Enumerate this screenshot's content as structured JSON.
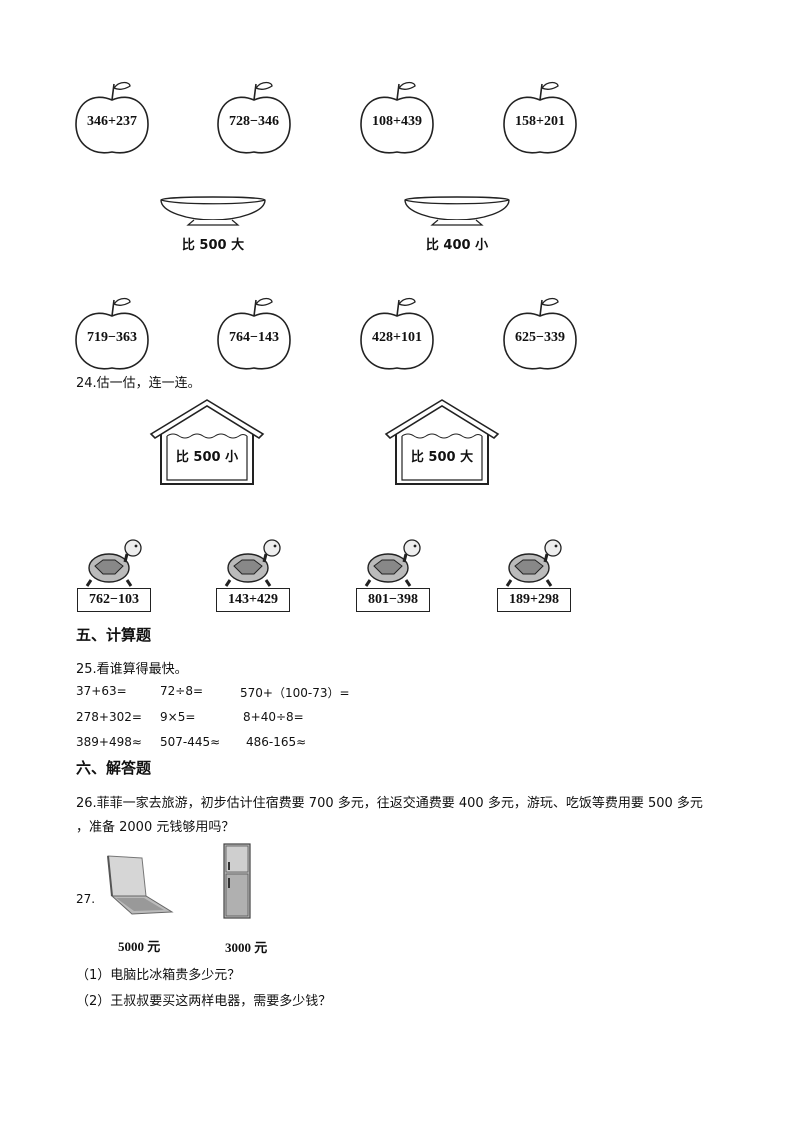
{
  "apples_top": [
    "346+237",
    "728−346",
    "108+439",
    "158+201"
  ],
  "plates": [
    "比 500 大",
    "比 400 小"
  ],
  "apples_bottom": [
    "719−363",
    "764−143",
    "428+101",
    "625−339"
  ],
  "q24": "24.估一估，连一连。",
  "houses": [
    "比 500 小",
    "比 500 大"
  ],
  "turtles": [
    "762−103",
    "143+429",
    "801−398",
    "189+298"
  ],
  "section5": "五、计算题",
  "q25": "25.看谁算得最快。",
  "calc_rows": [
    [
      "37+63=",
      "72÷8=",
      "570+（100-73）="
    ],
    [
      "278+302=",
      "9×5=",
      "8+40÷8="
    ],
    [
      "389+498≈",
      "507-445≈",
      "486-165≈"
    ]
  ],
  "section6": "六、解答题",
  "q26_line1": "26.菲菲一家去旅游，初步估计住宿费要 700 多元，往返交通费要 400 多元，游玩、吃饭等费用要 500 多元",
  "q26_line2": "，准备 2000 元钱够用吗？",
  "q27_num": "27.",
  "laptop_price": "5000 元",
  "fridge_price": "3000 元",
  "q27_sub1": "（1）电脑比冰箱贵多少元？",
  "q27_sub2": "（2）王叔叔要买这两样电器，需要多少钱？"
}
